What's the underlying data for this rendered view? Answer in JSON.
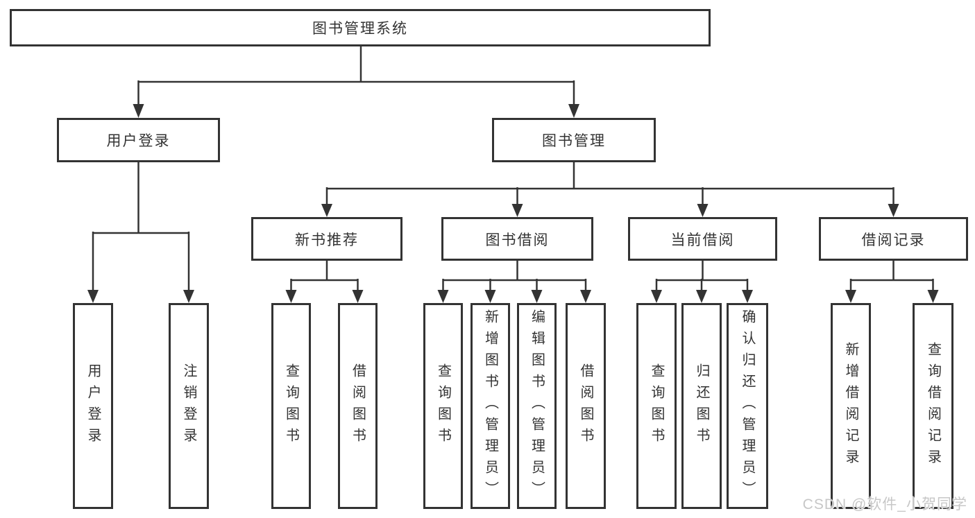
{
  "diagram": {
    "root": {
      "label": "图书管理系统"
    },
    "level2": [
      {
        "label": "用户登录",
        "children": [
          {
            "label": "用户登录"
          },
          {
            "label": "注销登录"
          }
        ]
      },
      {
        "label": "图书管理",
        "children": [
          {
            "label": "新书推荐",
            "children": [
              {
                "label": "查询图书"
              },
              {
                "label": "借阅图书"
              }
            ]
          },
          {
            "label": "图书借阅",
            "children": [
              {
                "label": "查询图书"
              },
              {
                "label": "新增图书（管理员）"
              },
              {
                "label": "编辑图书（管理员）"
              },
              {
                "label": "借阅图书"
              }
            ]
          },
          {
            "label": "当前借阅",
            "children": [
              {
                "label": "查询图书"
              },
              {
                "label": "归还图书"
              },
              {
                "label": "确认归还（管理员）"
              }
            ]
          },
          {
            "label": "借阅记录",
            "children": [
              {
                "label": "新增借阅记录"
              },
              {
                "label": "查询借阅记录"
              }
            ]
          }
        ]
      }
    ]
  },
  "watermark": "CSDN @软件_小贺同学",
  "colors": {
    "line": "#333333",
    "box_border": "#333333",
    "text": "#333333",
    "watermark": "#c7c7c7",
    "background": "#ffffff"
  }
}
